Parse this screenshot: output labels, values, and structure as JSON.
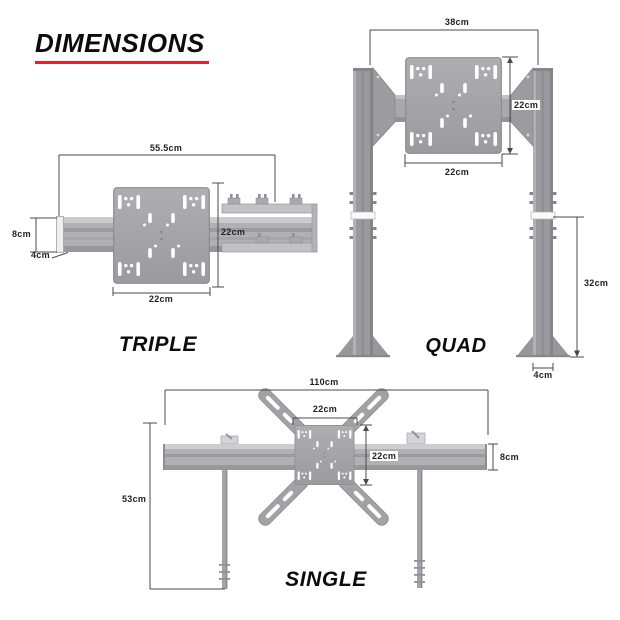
{
  "title": "DIMENSIONS",
  "colors": {
    "accent_red": "#e8212b",
    "metal_gray": "#a6a6aa",
    "text": "#0c0c0c"
  },
  "diagrams": {
    "triple": {
      "label": "TRIPLE",
      "dim_width": "55.5cm",
      "dim_rail_height": "8cm",
      "dim_rail_depth": "4cm",
      "dim_plate_height": "22cm",
      "dim_plate_width": "22cm"
    },
    "quad": {
      "label": "QUAD",
      "dim_width": "38cm",
      "dim_plate_height": "22cm",
      "dim_plate_width": "22cm",
      "dim_post_height": "32cm",
      "dim_foot_width": "4cm"
    },
    "single": {
      "label": "SINGLE",
      "dim_width": "110cm",
      "dim_plate_width": "22cm",
      "dim_plate_height": "22cm",
      "dim_rail_height": "8cm",
      "dim_height": "53cm"
    }
  }
}
